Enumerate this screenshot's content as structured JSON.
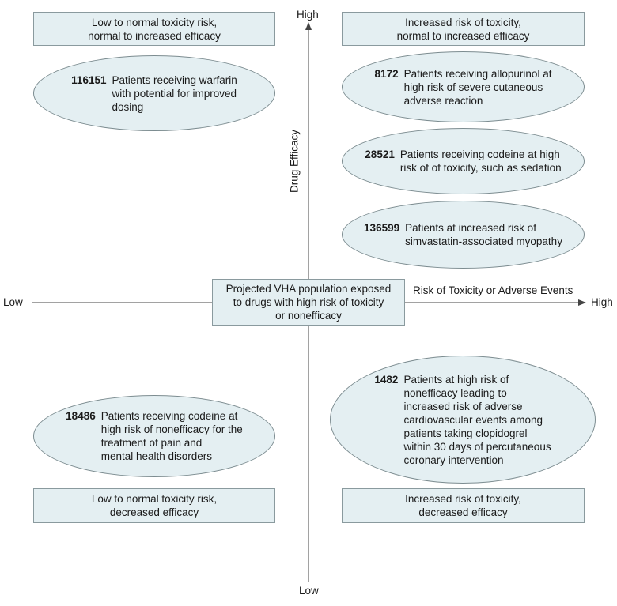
{
  "axes": {
    "y_high": "High",
    "y_low": "Low",
    "y_title": "Drug Efficacy",
    "x_low": "Low",
    "x_high": "High",
    "x_title": "Risk of Toxicity or Adverse Events"
  },
  "quadrants": {
    "top_left": "Low to normal toxicity risk,\nnormal to increased efficacy",
    "top_right": "Increased risk of toxicity,\nnormal to increased efficacy",
    "bottom_left": "Low to normal toxicity risk,\ndecreased efficacy",
    "bottom_right": "Increased risk of toxicity,\ndecreased efficacy"
  },
  "center_box": "Projected VHA population exposed\nto drugs with high risk of toxicity\nor nonefficacy",
  "groups": {
    "warfarin": {
      "count": "116151",
      "text": "Patients receiving warfarin\nwith potential for improved\ndosing"
    },
    "allopurinol": {
      "count": "8172",
      "text": "Patients receiving allopurinol at\nhigh risk of severe cutaneous\nadverse reaction"
    },
    "codeine_toxicity": {
      "count": "28521",
      "text": "Patients receiving codeine at high\nrisk of of toxicity, such as sedation"
    },
    "simvastatin": {
      "count": "136599",
      "text": "Patients at increased risk of\nsimvastatin-associated myopathy"
    },
    "codeine_nonefficacy": {
      "count": "18486",
      "text": "Patients receiving codeine at\nhigh risk of nonefficacy for the\ntreatment of pain and\nmental health disorders"
    },
    "clopidogrel": {
      "count": "1482",
      "text": "Patients at high risk of\nnonefficacy leading to\nincreased risk of adverse\ncardiovascular events among\npatients taking clopidogrel\nwithin 30 days of percutaneous\ncoronary intervention"
    }
  }
}
